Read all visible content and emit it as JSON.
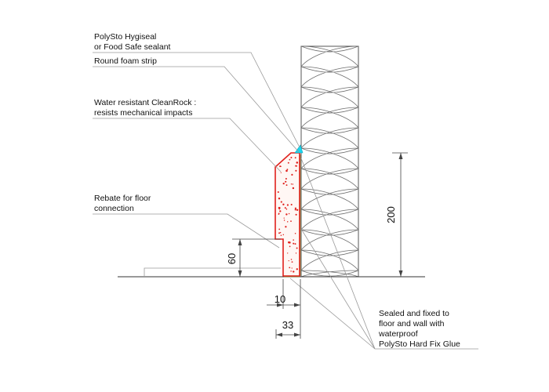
{
  "callouts": {
    "sealant": {
      "line1": "PolySto Hygiseal",
      "line2": "or  Food Safe sealant"
    },
    "foam": {
      "line1": "Round foam strip"
    },
    "cleanrock": {
      "line1": "Water resistant  CleanRock :",
      "line2": "resists mechanical impacts"
    },
    "rebate": {
      "line1": "Rebate for floor",
      "line2": "connection"
    },
    "glue": {
      "line1": "Sealed and fixed to",
      "line2": "floor and wall with",
      "line3": "waterproof",
      "line4": "PolySto Hard Fix Glue"
    }
  },
  "dimensions": {
    "height_total": "200",
    "rebate_height": "60",
    "width_top": "10",
    "width_bottom": "33"
  },
  "colors": {
    "line": "#555555",
    "leader": "#9a9a9a",
    "profile": "#e0201c",
    "sealant": "#19d6ee",
    "glue": "#7a9a2a",
    "insulation": "#6d6d6d"
  }
}
